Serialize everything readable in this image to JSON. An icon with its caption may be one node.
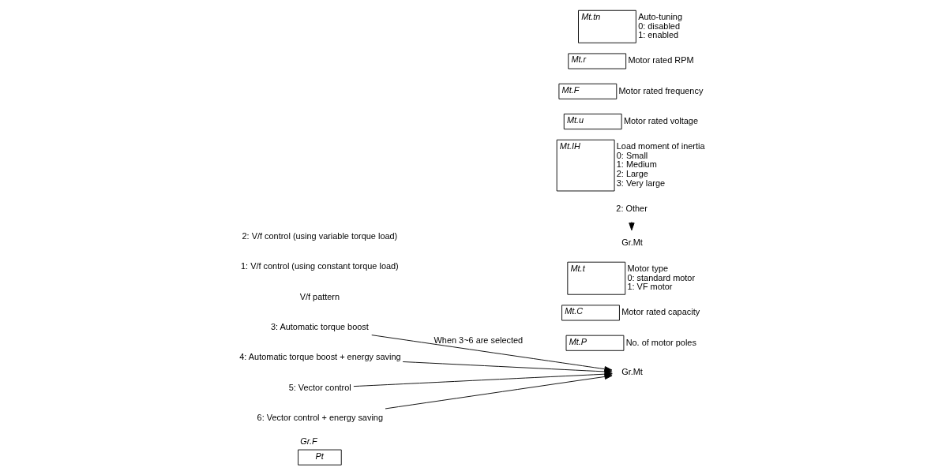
{
  "diagram": {
    "nodes": [
      {
        "text": [
          "Gr.F",
          "Pt"
        ]
      },
      {
        "text": [
          "3: Automatic torque boost"
        ]
      },
      {
        "text": [
          "4: Automatic torque boost + energy saving"
        ]
      },
      {
        "text": [
          "5: Vector control"
        ]
      },
      {
        "text": [
          "6: Vector control + energy saving"
        ]
      },
      {
        "text": [
          "Gr.Mt"
        ]
      },
      {
        "text": [
          "Mt.P"
        ],
        "beside": [
          "No. of motor poles"
        ]
      },
      {
        "text": [
          "Mt.C"
        ],
        "beside": [
          "Motor rated capacity"
        ]
      },
      {
        "text": [
          "Mt.t"
        ],
        "beside": [
          "Motor type",
          "0: standard motor",
          "1: VF motor"
        ]
      },
      {
        "text": [
          "2: Other"
        ]
      },
      {
        "text": [
          "Mt.IH"
        ],
        "beside": [
          "Load moment of inertia",
          "0: Small",
          "1: Medium",
          "2: Large",
          "3: Very large"
        ]
      },
      {
        "text": [
          "Gr.Mt"
        ]
      },
      {
        "text": [
          "Mt.u"
        ],
        "beside": [
          "Motor rated voltage"
        ]
      },
      {
        "text": [
          "Mt.F"
        ],
        "beside": [
          "Motor rated frequency"
        ]
      },
      {
        "text": [
          "Mt.r"
        ],
        "beside": [
          "Motor rated RPM"
        ]
      },
      {
        "text": [
          "Mt.tn"
        ],
        "beside": [
          "Auto-tuning",
          "0: disabled",
          "1: enabled"
        ]
      }
    ],
    "edges": [
      {
        "from": 1,
        "to": 5,
        "arrow": "to",
        "label": "When 3~6 are selected"
      },
      {
        "from": 2,
        "to": 5,
        "arrow": "to"
      },
      {
        "from": 3,
        "to": 5,
        "arrow": "to"
      },
      {
        "from": 4,
        "to": 5,
        "arrow": "to"
      },
      {
        "from": 9,
        "to": 11,
        "arrow": "to"
      }
    ],
    "labels": [
      "V/f pattern",
      "1: V/f control (using constant torque load)",
      "2: V/f control (using variable torque load)"
    ]
  }
}
